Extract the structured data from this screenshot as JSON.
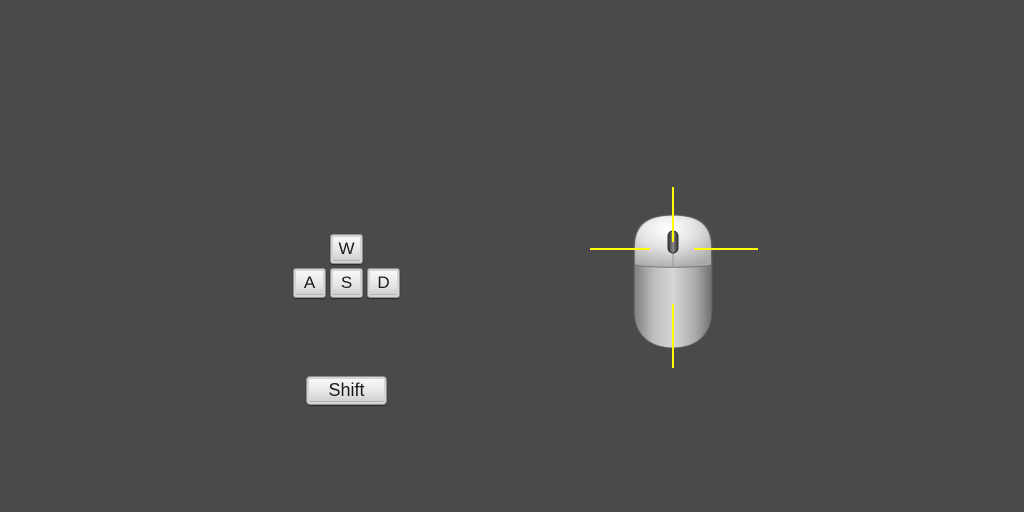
{
  "keyboard": {
    "movement_keys": [
      {
        "label": "W"
      },
      {
        "label": "A"
      },
      {
        "label": "S"
      },
      {
        "label": "D"
      }
    ],
    "modifier_key": {
      "label": "Shift"
    }
  },
  "mouse": {
    "icon": "mouse-icon",
    "crosshair_color": "#ffff00"
  },
  "colors": {
    "background": "#4a4a4a",
    "key_face": "#e6e6e6",
    "key_text": "#1a1a1a"
  }
}
